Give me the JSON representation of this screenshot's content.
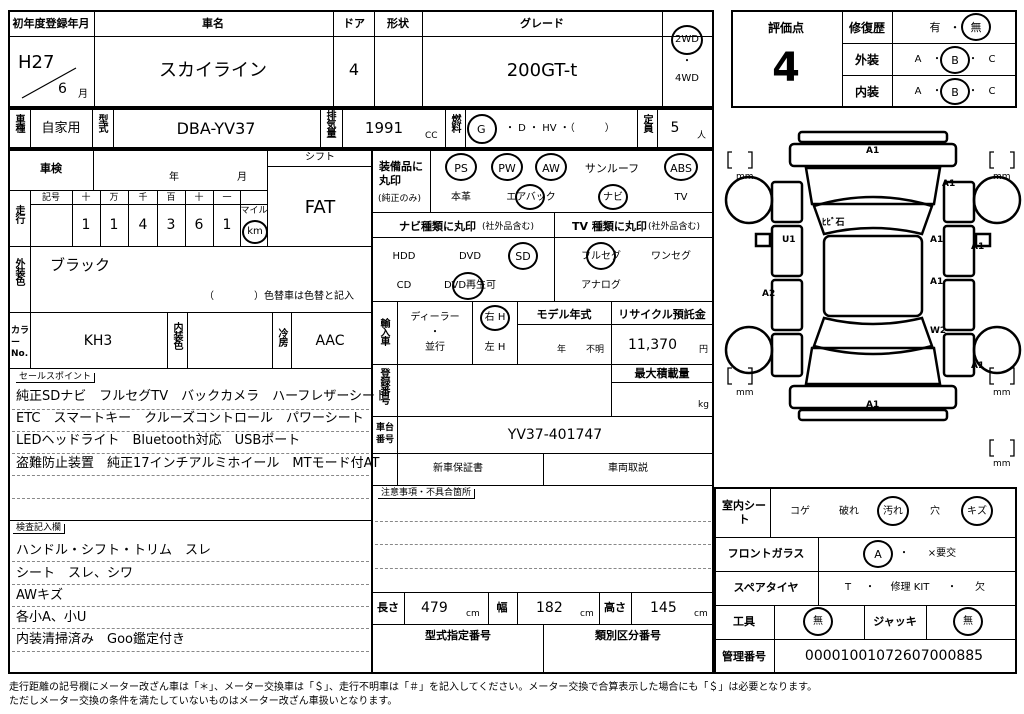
{
  "header": {
    "first_reg_label": "初年度登録年月",
    "first_reg_era": "H27",
    "first_reg_month": "6",
    "month_unit": "月",
    "car_name_label": "車名",
    "car_name": "スカイライン",
    "doors_label": "ドア",
    "doors": "4",
    "shape_label": "形状",
    "grade_label": "グレード",
    "grade": "200GT-t",
    "drive_2wd": "2WD",
    "drive_dot": "・",
    "drive_4wd": "4WD"
  },
  "rating": {
    "score_label": "評価点",
    "score": "4",
    "repair_label": "修復歴",
    "repair_yes": "有",
    "repair_dot": "・",
    "repair_no": "無",
    "exterior_label": "外装",
    "interior_label": "内装",
    "grade_a": "A",
    "grade_b": "B",
    "grade_c": "C",
    "dot": "・"
  },
  "row2": {
    "usage_label": "車種",
    "usage": "自家用",
    "model_label": "型式",
    "model": "DBA-YV37",
    "displacement_label": "排気量",
    "displacement": "1991",
    "cc": "CC",
    "fuel_label": "燃料",
    "fuel_options": "G ・ D ・ HV ・（　　　）",
    "fuel_g": "G",
    "capacity_label": "定員",
    "capacity": "5",
    "person_unit": "人"
  },
  "inspection": {
    "shaken_label": "車検",
    "year": "年",
    "month": "月",
    "shift_label": "シフト",
    "shift": "FAT",
    "mileage_label": "走行",
    "sign_label": "記号",
    "digit_headers": [
      "十",
      "万",
      "千",
      "百",
      "十",
      "一"
    ],
    "unit_mile": "マイル",
    "digits": [
      "1",
      "1",
      "4",
      "3",
      "6",
      "1"
    ],
    "unit_km": "km",
    "exterior_color_label": "外装色",
    "exterior_color": "ブラック",
    "color_change_note": "（　　　　）色替車は色替と記入",
    "color_no_label": "カラーNo.",
    "color_no": "KH3",
    "interior_color_label": "内装色",
    "ac_label": "冷房",
    "ac": "AAC"
  },
  "equipment": {
    "label": "装備品に丸印",
    "note": "(純正のみ)",
    "row1": [
      "PS",
      "PW",
      "AW",
      "サンルーフ",
      "ABS"
    ],
    "row2": [
      "本革",
      "エアバック",
      "ナビ",
      "TV"
    ],
    "navi_type_label": "ナビ種類に丸印",
    "navi_type_note": "(社外品含む)",
    "navi_row1": [
      "HDD",
      "DVD",
      "SD"
    ],
    "navi_row2": [
      "CD",
      "DVD再生可"
    ],
    "tv_type_label": "TV 種類に丸印",
    "tv_type_note": "(社外品含む)",
    "tv_row1": [
      "フルセグ",
      "ワンセグ"
    ],
    "tv_row2": [
      "アナログ"
    ]
  },
  "import": {
    "label": "輸入車",
    "dealer": "ディーラー",
    "dot": "・",
    "parallel": "並行",
    "right_h": "右 H",
    "left_h": "左 H",
    "model_year_label": "モデル年式",
    "year_unit": "年",
    "unknown": "不明",
    "recycle_label": "リサイクル預託金",
    "recycle": "11,370",
    "yen": "円"
  },
  "registration": {
    "reg_no_label": "登録番号",
    "max_load_label": "最大積載量",
    "kg": "kg",
    "chassis_label": "車台番号",
    "chassis": "YV37-401747",
    "warranty": "新車保証書",
    "manual": "車両取説",
    "notes_label": "注意事項・不具合箇所"
  },
  "dimensions": {
    "length_label": "長さ",
    "length": "479",
    "width_label": "幅",
    "width": "182",
    "height_label": "高さ",
    "height": "145",
    "cm": "cm",
    "type_designation_label": "型式指定番号",
    "category_label": "類別区分番号"
  },
  "sales_points": {
    "label": "セールスポイント",
    "lines": [
      "純正SDナビ　フルセグTV　バックカメラ　ハーフレザーシート",
      "ETC　スマートキー　クルーズコントロール　パワーシート",
      "LEDヘッドライト　Bluetooth対応　USBポート",
      "盗難防止装置　純正17インチアルミホイール　MTモード付AT"
    ]
  },
  "inspection_notes": {
    "label": "検査記入欄",
    "lines": [
      "ハンドル・シフト・トリム　スレ",
      "シート　スレ、シワ",
      "AWキズ",
      "各小A、小U",
      "内装清掃済み　Goo鑑定付き"
    ]
  },
  "diagram": {
    "marks": [
      "A1",
      "A1",
      "A1",
      "U1",
      "A1",
      "A2",
      "A1",
      "W2",
      "A1",
      "A1",
      "ﾋﾋﾞ石"
    ],
    "mm": "mm"
  },
  "condition": {
    "seat_label": "室内シート",
    "seat_items": [
      "コゲ",
      "破れ",
      "汚れ",
      "穴",
      "キズ"
    ],
    "glass_label": "フロントガラス",
    "glass_value": "A",
    "glass_dot": "・",
    "glass_replace": "×要交",
    "spare_label": "スペアタイヤ",
    "spare_t": "T",
    "spare_dot": "・",
    "spare_kit": "修理 KIT",
    "spare_none": "欠",
    "tools_label": "工具",
    "tools": "無",
    "jack_label": "ジャッキ",
    "jack": "無",
    "mgmt_label": "管理番号",
    "mgmt_no": "0000100107260700088 5"
  },
  "footer": {
    "line1": "走行距離の記号欄にメーター改ざん車は「＊」、メーター交換車は「＄」、走行不明車は「＃」を記入してください。メーター交換で合算表示した場合にも「＄」は必要となります。",
    "line2": "ただしメーター交換の条件を満たしていないものはメーター改ざん車扱いとなります。"
  }
}
